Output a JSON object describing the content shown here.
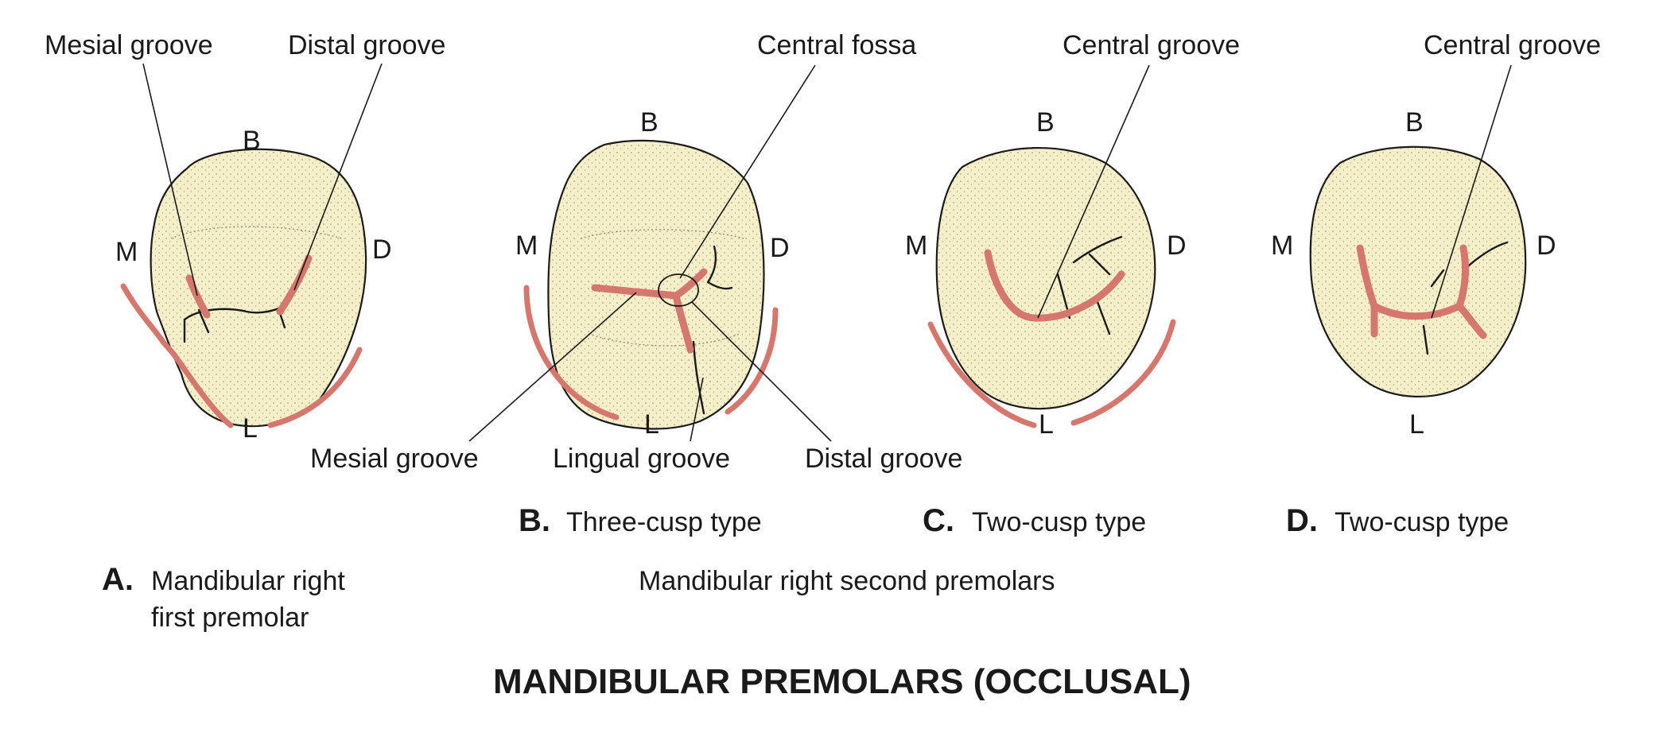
{
  "title": "MANDIBULAR PREMOLARS (OCCLUSAL)",
  "colors": {
    "groove": "#d6776d",
    "tooth_fill": "#f5efc9",
    "ink": "#1a1a1a"
  },
  "panels": {
    "a": {
      "letter": "A.",
      "caption_line1": "Mandibular right",
      "caption_line2": "first premolar",
      "labels": {
        "mesial_groove": "Mesial groove",
        "distal_groove": "Distal groove"
      },
      "orientation": {
        "b": "B",
        "m": "M",
        "d": "D",
        "l": "L"
      }
    },
    "b": {
      "letter": "B.",
      "caption": "Three-cusp type",
      "labels": {
        "central_fossa": "Central fossa",
        "mesial_groove": "Mesial groove",
        "lingual_groove": "Lingual groove",
        "distal_groove": "Distal groove"
      },
      "orientation": {
        "b": "B",
        "m": "M",
        "d": "D",
        "l": "L"
      }
    },
    "c": {
      "letter": "C.",
      "caption": "Two-cusp type",
      "labels": {
        "central_groove": "Central groove"
      },
      "orientation": {
        "b": "B",
        "m": "M",
        "d": "D",
        "l": "L"
      }
    },
    "d": {
      "letter": "D.",
      "caption": "Two-cusp type",
      "labels": {
        "central_groove": "Central groove"
      },
      "orientation": {
        "b": "B",
        "m": "M",
        "d": "D",
        "l": "L"
      }
    }
  },
  "group_caption": "Mandibular right second premolars"
}
